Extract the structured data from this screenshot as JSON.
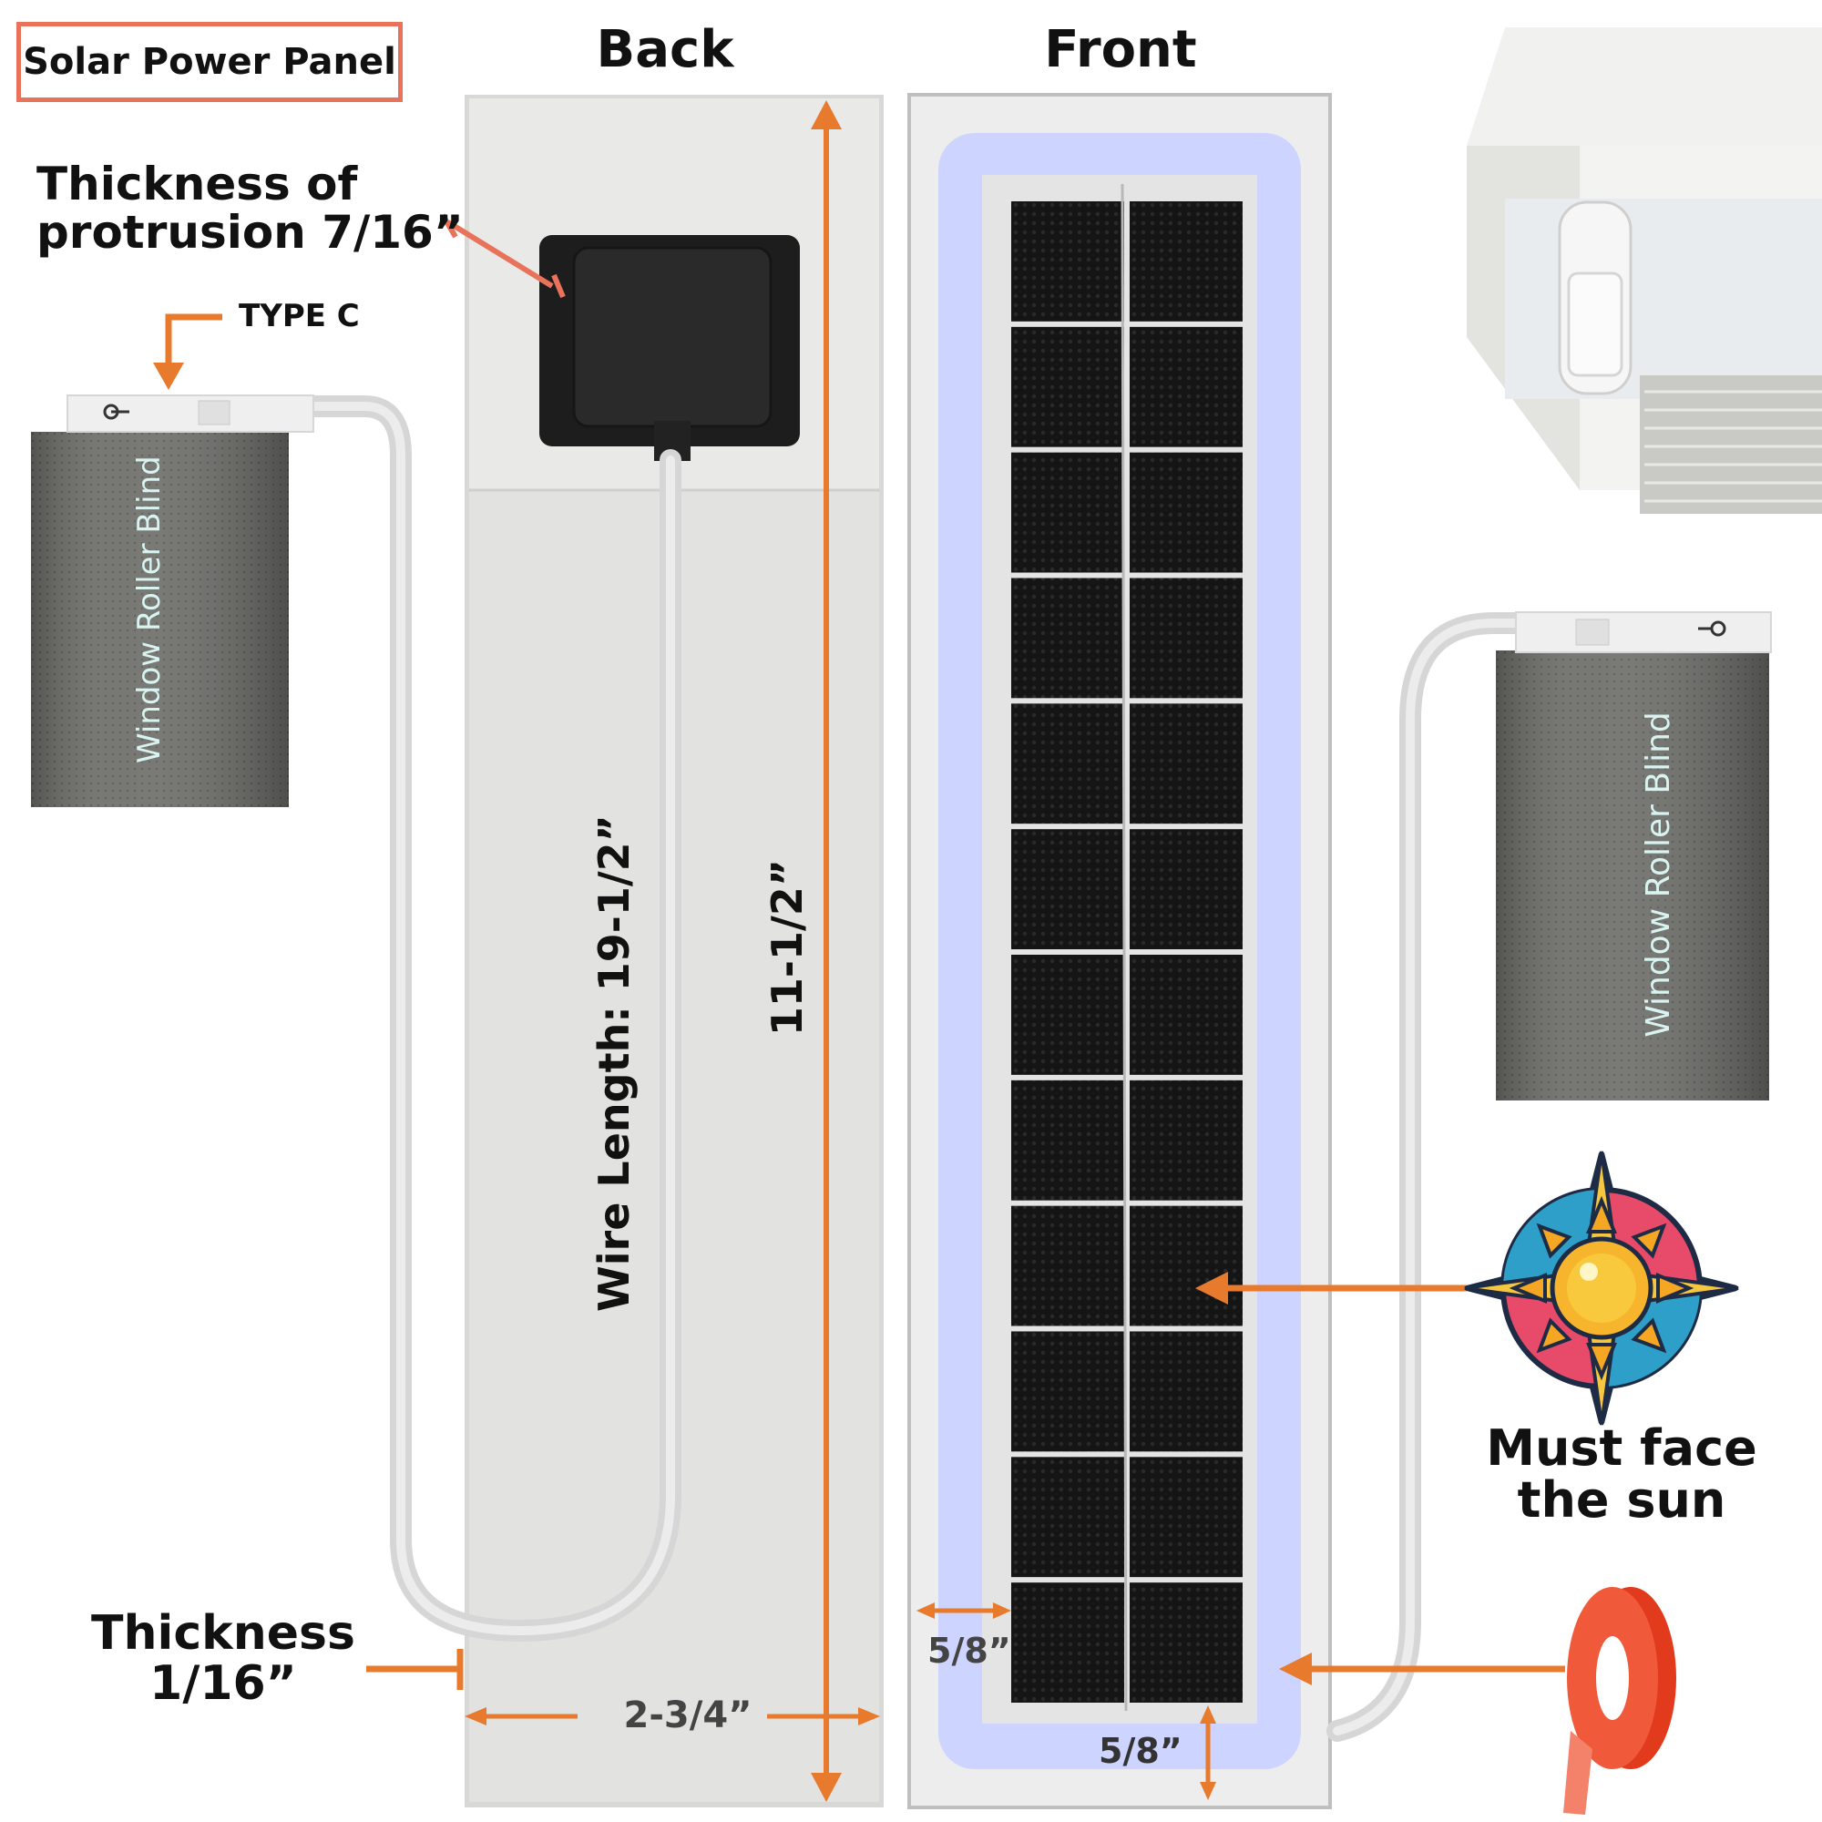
{
  "title": "Solar Power Panel",
  "headings": {
    "back": "Back",
    "front": "Front"
  },
  "labels": {
    "protrusion": "Thickness of\nprotrusion 7/16”",
    "type_c": "TYPE C",
    "thickness": "Thickness\n1/16”",
    "wire_length": "Wire Length: 19-1/2”",
    "height": "11-1/2”",
    "width": "2-3/4”",
    "side_margin": "5/8”",
    "bottom_margin": "5/8”",
    "sun_note": "Must face\nthe sun",
    "blind_left": "Window Roller Blind",
    "blind_right": "Window Roller Blind"
  },
  "colors": {
    "accent_orange": "#e87a2e",
    "title_border": "#e8735a",
    "panel_back": "#e2e2e0",
    "cell_dark": "#151515",
    "glow": "#cdd4ff",
    "blind": "#6f6f6b",
    "tape": "#e23a1c"
  },
  "icons": [
    "sun-compass-icon",
    "tape-roll-icon",
    "junction-box-icon",
    "usb-connector-icon"
  ],
  "cell_count": 12
}
